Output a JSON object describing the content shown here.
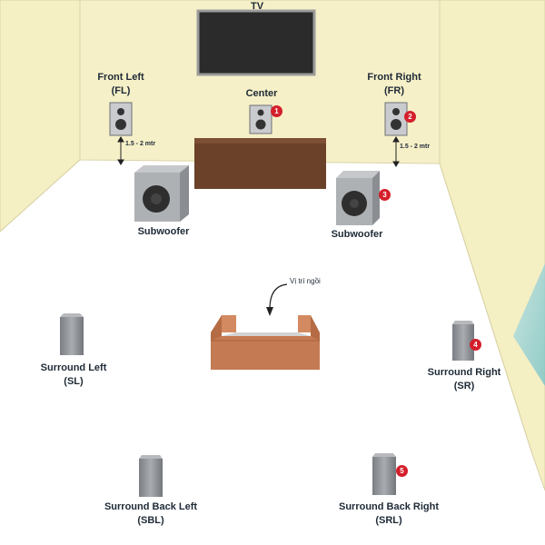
{
  "tv": {
    "label": "TV"
  },
  "speakers": {
    "front_left": {
      "name": "Front Left",
      "abbr": "(FL)"
    },
    "center": {
      "name": "Center"
    },
    "front_right": {
      "name": "Front Right",
      "abbr": "(FR)"
    },
    "subwoofer_left": {
      "name": "Subwoofer"
    },
    "subwoofer_right": {
      "name": "Subwoofer"
    },
    "surround_left": {
      "name": "Surround Left",
      "abbr": "(SL)"
    },
    "surround_right": {
      "name": "Surround Right",
      "abbr": "(SR)"
    },
    "surround_back_left": {
      "name": "Surround Back Left",
      "abbr": "(SBL)"
    },
    "surround_back_right": {
      "name": "Surround Back Right",
      "abbr": "(SRL)"
    }
  },
  "distances": {
    "left": "1.5 - 2 mtr",
    "right": "1.5 - 2 mtr"
  },
  "seating": {
    "label": "Vị trí ngồi"
  },
  "badges": [
    "1",
    "2",
    "3",
    "4",
    "5"
  ],
  "colors": {
    "wall": "#f5efc4",
    "floor": "#ffffff",
    "sofa": "#c47a52",
    "cabinet": "#6b4129",
    "speaker": "#8f9296",
    "badge": "#d41f2b"
  }
}
